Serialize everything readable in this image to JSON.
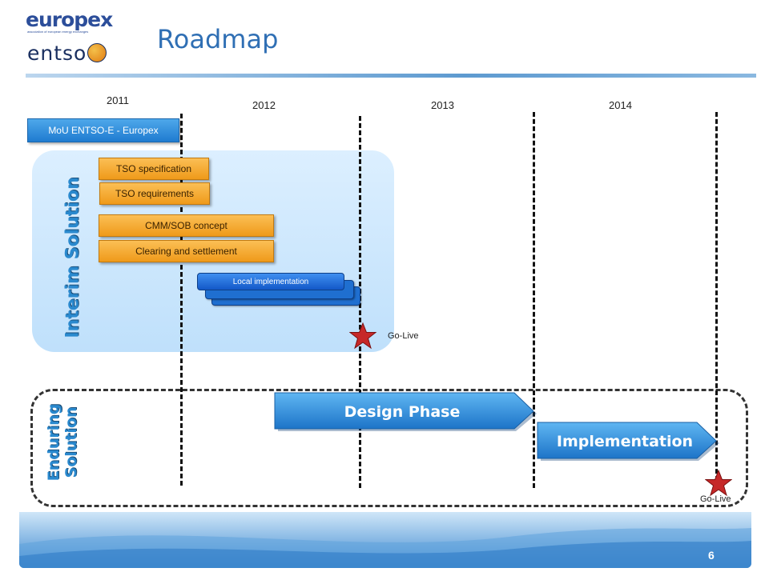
{
  "header": {
    "logo_top": "europex",
    "logo_tagline": "association of european energy exchanges",
    "logo_bottom": "entso",
    "title": "Roadmap"
  },
  "years": [
    "2011",
    "2012",
    "2013",
    "2014"
  ],
  "mou_label": "MoU ENTSO-E - Europex",
  "sections": {
    "interim": "Interim Solution",
    "enduring_line1": "Enduring",
    "enduring_line2": "Solution"
  },
  "tasks": {
    "tso_specification": "TSO specification",
    "tso_requirements": "TSO requirements",
    "cmm_sob": "CMM/SOB concept",
    "clearing": "Clearing and settlement",
    "local_impl": "Local implementation"
  },
  "phases": {
    "design": "Design Phase",
    "implementation": "Implementation"
  },
  "milestones": {
    "golive_interim": "Go-Live",
    "golive_enduring": "Go-Live"
  },
  "footer": {
    "page_number": "6"
  },
  "colors": {
    "title": "#2f6fb4",
    "task_orange": "#f5a623",
    "task_blue": "#2a89d6",
    "star": "#c62828"
  }
}
